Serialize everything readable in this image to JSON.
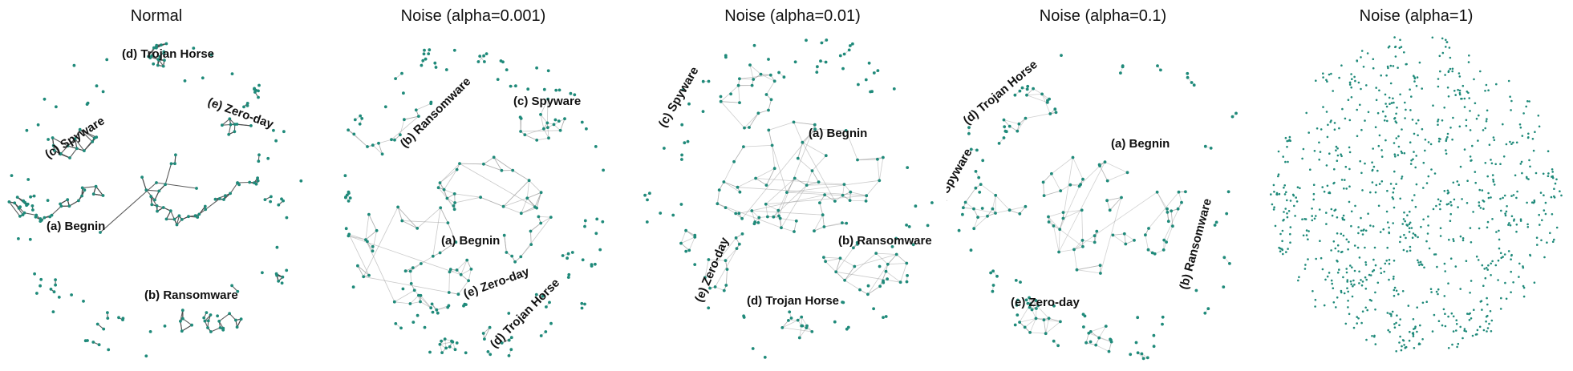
{
  "figure": {
    "panels": [
      {
        "title": "Normal",
        "edge_color": "#4a4a4a",
        "edge_opacity": 0.9,
        "labels": [
          "(a) Begnin",
          "(b) Ransomware",
          "(c) Spyware",
          "(d) Trojan Horse",
          "(e) Zero-day"
        ]
      },
      {
        "title": "Noise (alpha=0.001)",
        "edge_color": "#9a9a9a",
        "edge_opacity": 0.55,
        "labels": [
          "(a) Begnin",
          "(b) Ransomware",
          "(c) Spyware",
          "(d) Trojan Horse",
          "(e) Zero-day"
        ]
      },
      {
        "title": "Noise (alpha=0.01)",
        "edge_color": "#9a9a9a",
        "edge_opacity": 0.5,
        "labels": [
          "(a) Begnin",
          "(b) Ransomware",
          "(c) Spyware",
          "(d) Trojan Horse",
          "(e) Zero-day"
        ]
      },
      {
        "title": "Noise (alpha=0.1)",
        "edge_color": "#9a9a9a",
        "edge_opacity": 0.45,
        "labels": [
          "(a) Begnin",
          "(b) Ransomware",
          "(c) Spyware",
          "(d) Trojan Horse",
          "(e) Zero-day"
        ]
      },
      {
        "title": "Noise (alpha=1)",
        "edge_color": "#9a9a9a",
        "edge_opacity": 0.3,
        "labels": []
      }
    ],
    "node_color": "#1f8a7a"
  }
}
